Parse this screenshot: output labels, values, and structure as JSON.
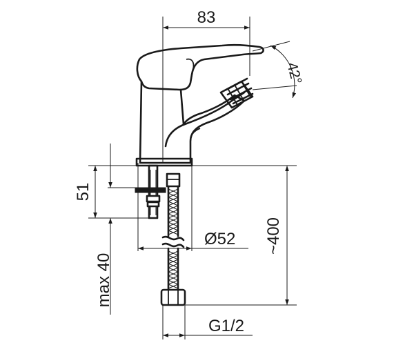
{
  "dimensions": {
    "width_top": "83",
    "lever_angle": "42°",
    "body_height": "51",
    "deck_thickness": "max 40",
    "hose_length": "~400",
    "base_diameter": "Ø52",
    "thread": "G1/2"
  },
  "colors": {
    "line": "#1a1a1a",
    "background": "#ffffff"
  }
}
